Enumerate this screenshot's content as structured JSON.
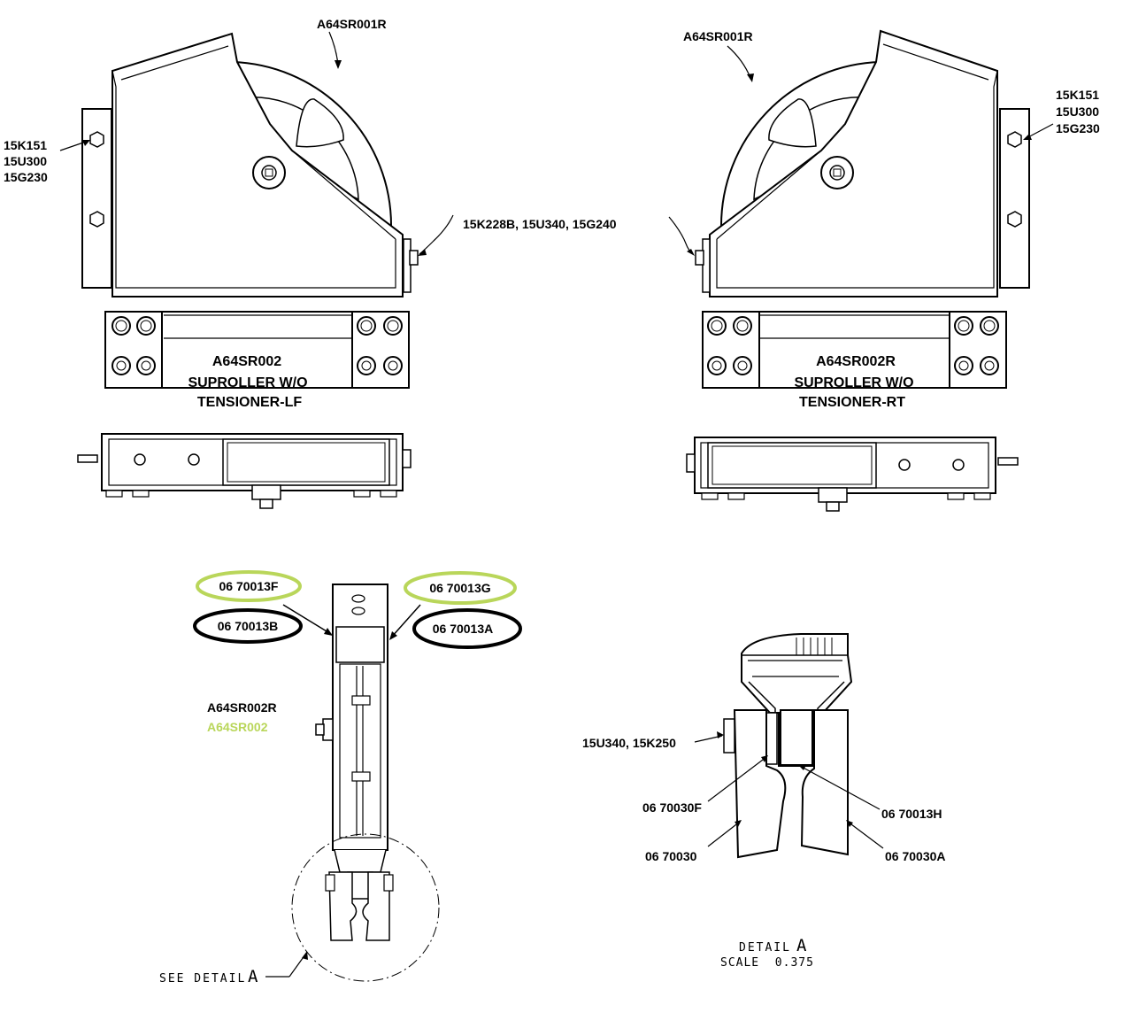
{
  "colors": {
    "line": "#000000",
    "highlight": "#b9d65a",
    "background": "#ffffff"
  },
  "left_view": {
    "wheel_part": "A64SR001R",
    "bracket_parts": [
      "15K151",
      "15U300",
      "15G230"
    ],
    "bolt_parts": "15K228B, 15U340, 15G240",
    "title_lines": [
      "A64SR002",
      "SUPROLLER W/O",
      "TENSIONER-LF"
    ]
  },
  "right_view": {
    "wheel_part": "A64SR001R",
    "bracket_parts": [
      "15K151",
      "15U300",
      "15G230"
    ],
    "title_lines": [
      "A64SR002R",
      "SUPROLLER W/O",
      "TENSIONER-RT"
    ]
  },
  "end_view": {
    "callouts": {
      "green_left": "06 70013F",
      "black_left": "06 70013B",
      "green_right": "06 70013G",
      "black_right": "06 70013A"
    },
    "assembly_black": "A64SR002R",
    "assembly_green": "A64SR002",
    "see_detail": "SEE DETAIL",
    "detail_letter": "A"
  },
  "detail_a": {
    "bolt_parts": "15U340, 15K250",
    "callouts": {
      "bushing": "06 70030F",
      "plate": "06 70013H",
      "left_rail": "06 70030",
      "right_rail": "06 70030A"
    },
    "detail_word": "DETAIL",
    "detail_letter": "A",
    "scale_text": "SCALE  0.375"
  }
}
